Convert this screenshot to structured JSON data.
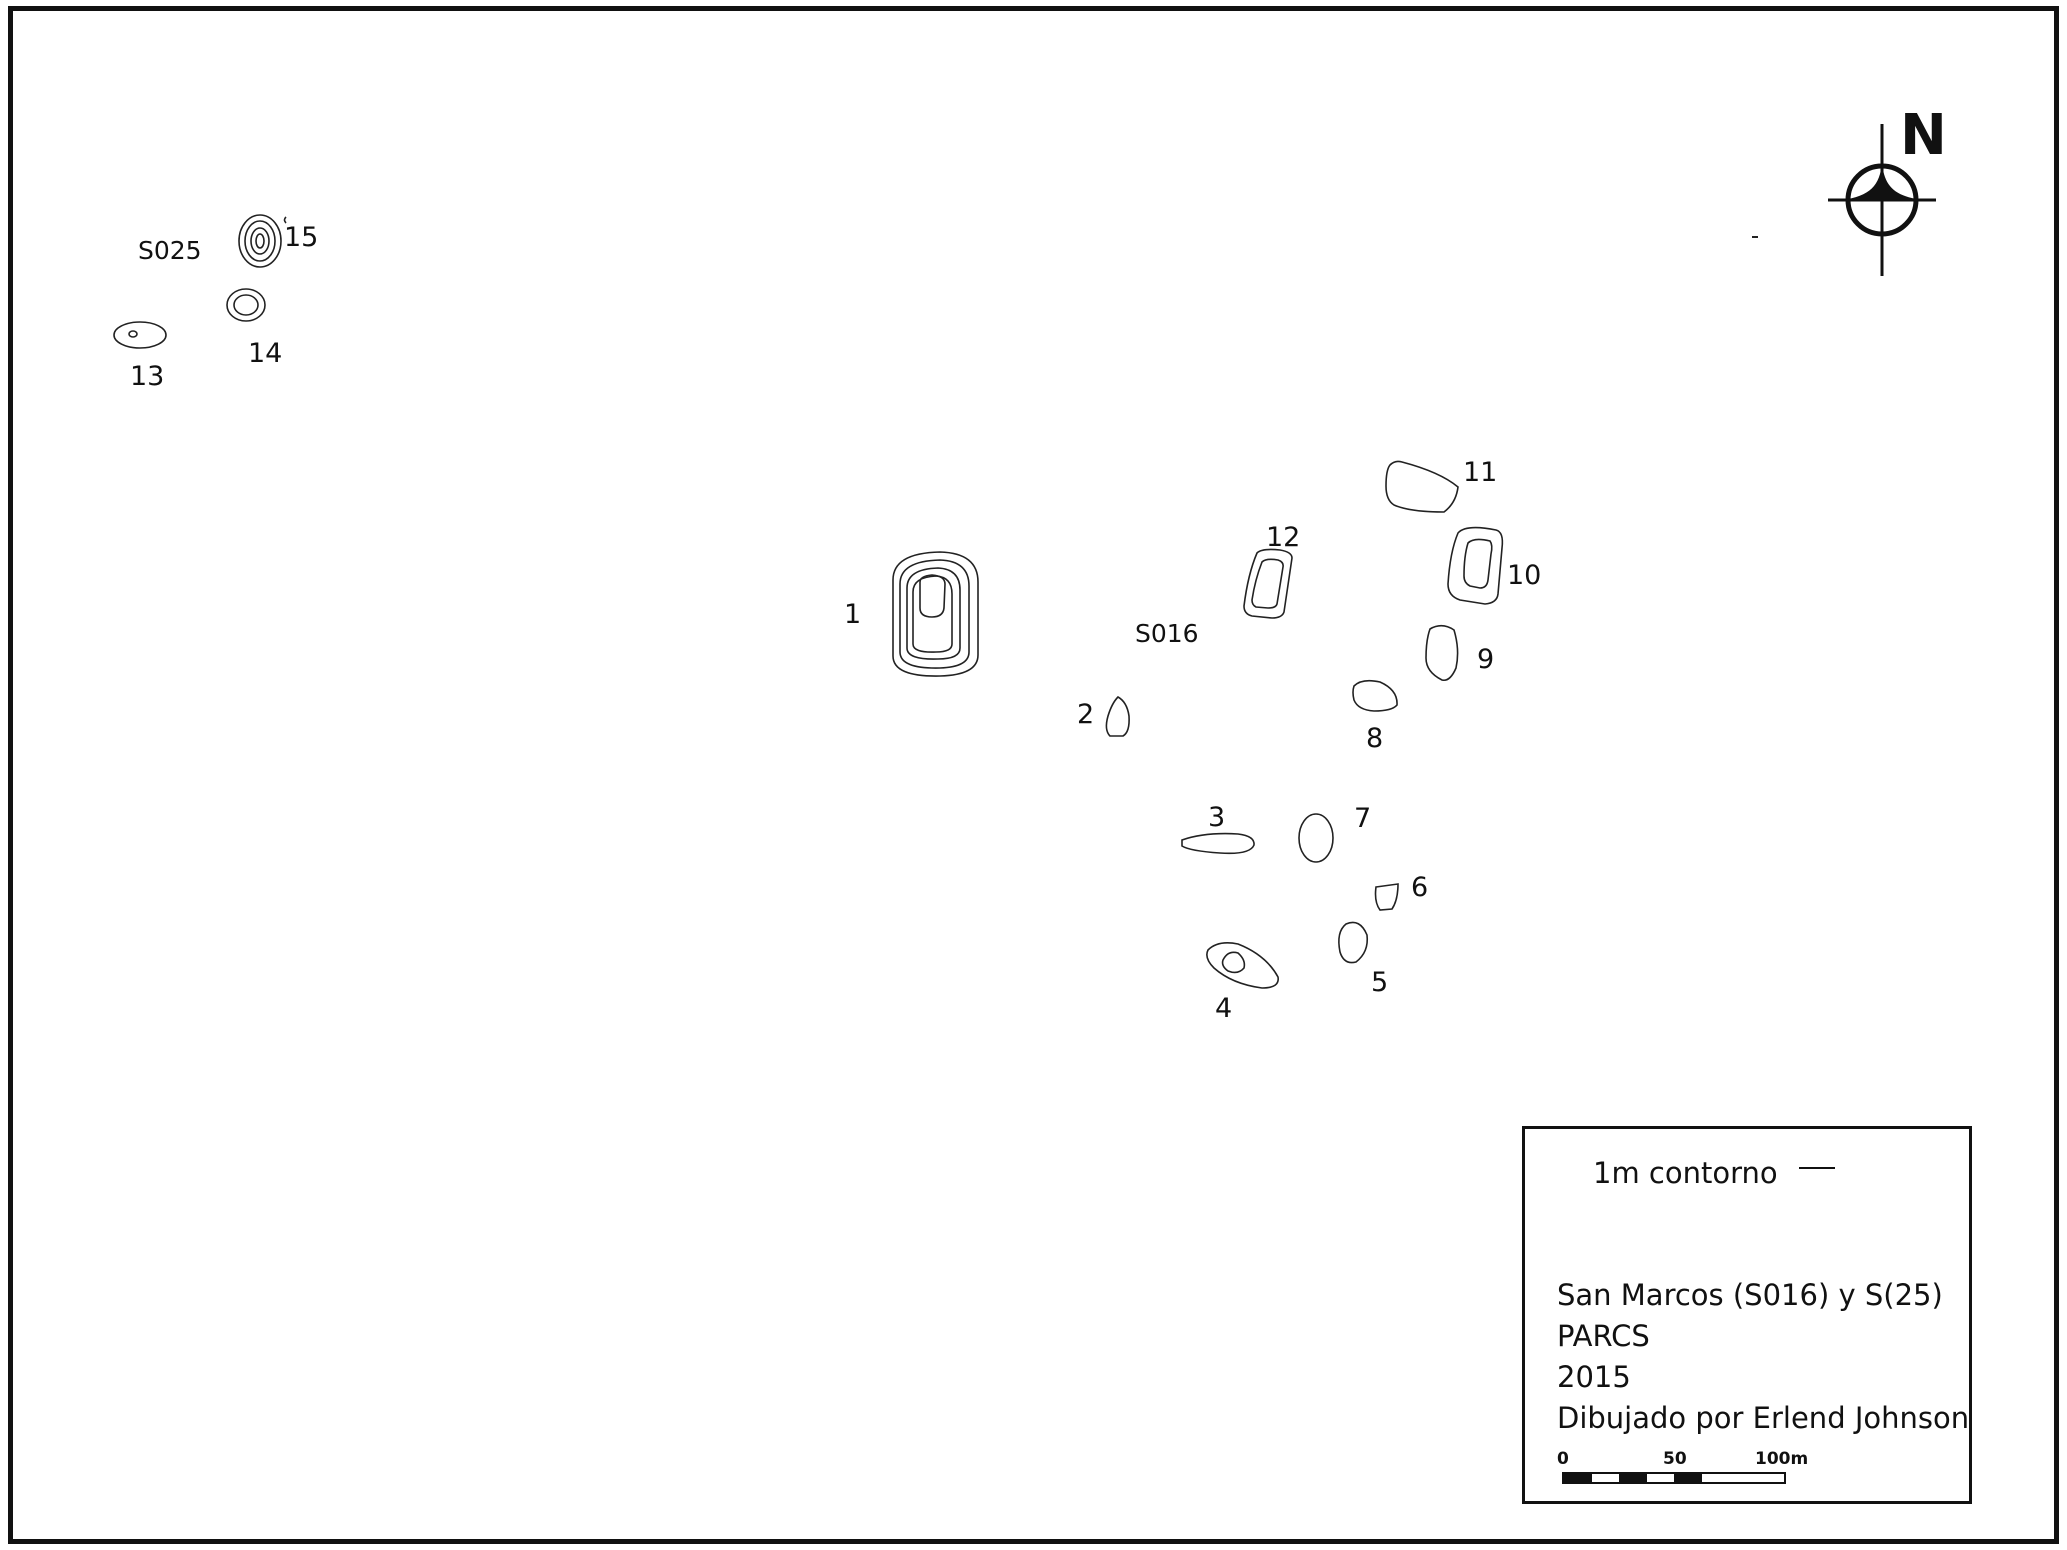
{
  "map": {
    "site_labels": {
      "s025": "S025",
      "s016": "S016"
    },
    "mound_labels": [
      "1",
      "2",
      "3",
      "4",
      "5",
      "6",
      "7",
      "8",
      "9",
      "10",
      "11",
      "12",
      "13",
      "14",
      "15"
    ],
    "north_label": "N"
  },
  "legend": {
    "contour_label": "1m contorno",
    "title": "San Marcos (S016) y S(25)",
    "organization": "PARCS",
    "year": "2015",
    "credit": "Dibujado por Erlend Johnson",
    "scale": {
      "ticks": [
        "0",
        "50",
        "100m"
      ],
      "segment_fills": [
        "#111111",
        "#ffffff",
        "#111111",
        "#ffffff",
        "#111111",
        "#ffffff",
        "#ffffff",
        "#ffffff"
      ]
    }
  },
  "colors": {
    "ink": "#111111",
    "paper": "#ffffff"
  }
}
